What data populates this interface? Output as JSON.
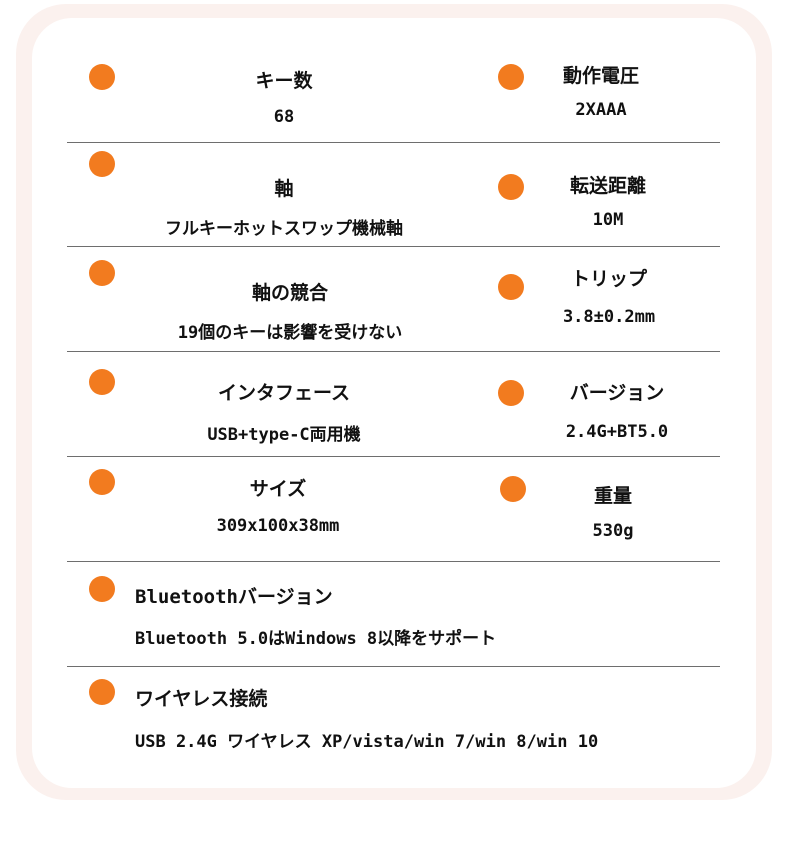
{
  "specs": {
    "keys": {
      "label": "キー数",
      "value": "68"
    },
    "voltage": {
      "label": "動作電圧",
      "value": "2XAAA"
    },
    "switch": {
      "label": "軸",
      "value": "フルキーホットスワップ機械軸"
    },
    "distance": {
      "label": "転送距離",
      "value": "10M"
    },
    "rollover": {
      "label": "軸の競合",
      "value": "19個のキーは影響を受けない"
    },
    "trip": {
      "label": "トリップ",
      "value": "3.8±0.2mm"
    },
    "interface": {
      "label": "インタフェース",
      "value": "USB+type-C両用機"
    },
    "version": {
      "label": "バージョン",
      "value": "2.4G+BT5.0"
    },
    "size": {
      "label": "サイズ",
      "value": "309x100x38mm"
    },
    "weight": {
      "label": "重量",
      "value": "530g"
    },
    "bluetooth": {
      "label": "Bluetoothバージョン",
      "value": "Bluetooth 5.0はWindows 8以降をサポート"
    },
    "wireless": {
      "label": "ワイヤレス接続",
      "value": "USB 2.4G ワイヤレス XP/vista/win 7/win 8/win 10"
    }
  },
  "colors": {
    "accent": "#f27b1f",
    "divider": "#6e6e6e",
    "frame": "#fbf1ee"
  }
}
